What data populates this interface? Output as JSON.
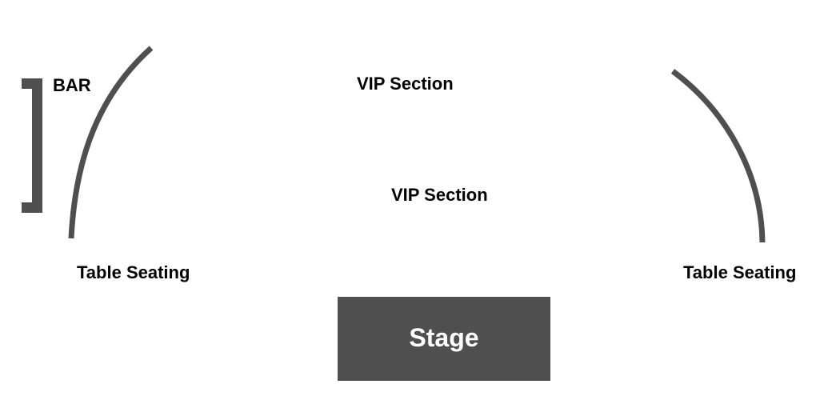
{
  "venue": {
    "bar_label": "BAR",
    "vip_sections": [
      "VIP Section",
      "VIP Section"
    ],
    "table_seating": [
      "Table Seating",
      "Table Seating"
    ],
    "stage_label": "Stage"
  },
  "colors": {
    "fixture": "#4f4f4f",
    "stage_text": "#ffffff",
    "label_text": "#000000",
    "background": "#ffffff"
  }
}
